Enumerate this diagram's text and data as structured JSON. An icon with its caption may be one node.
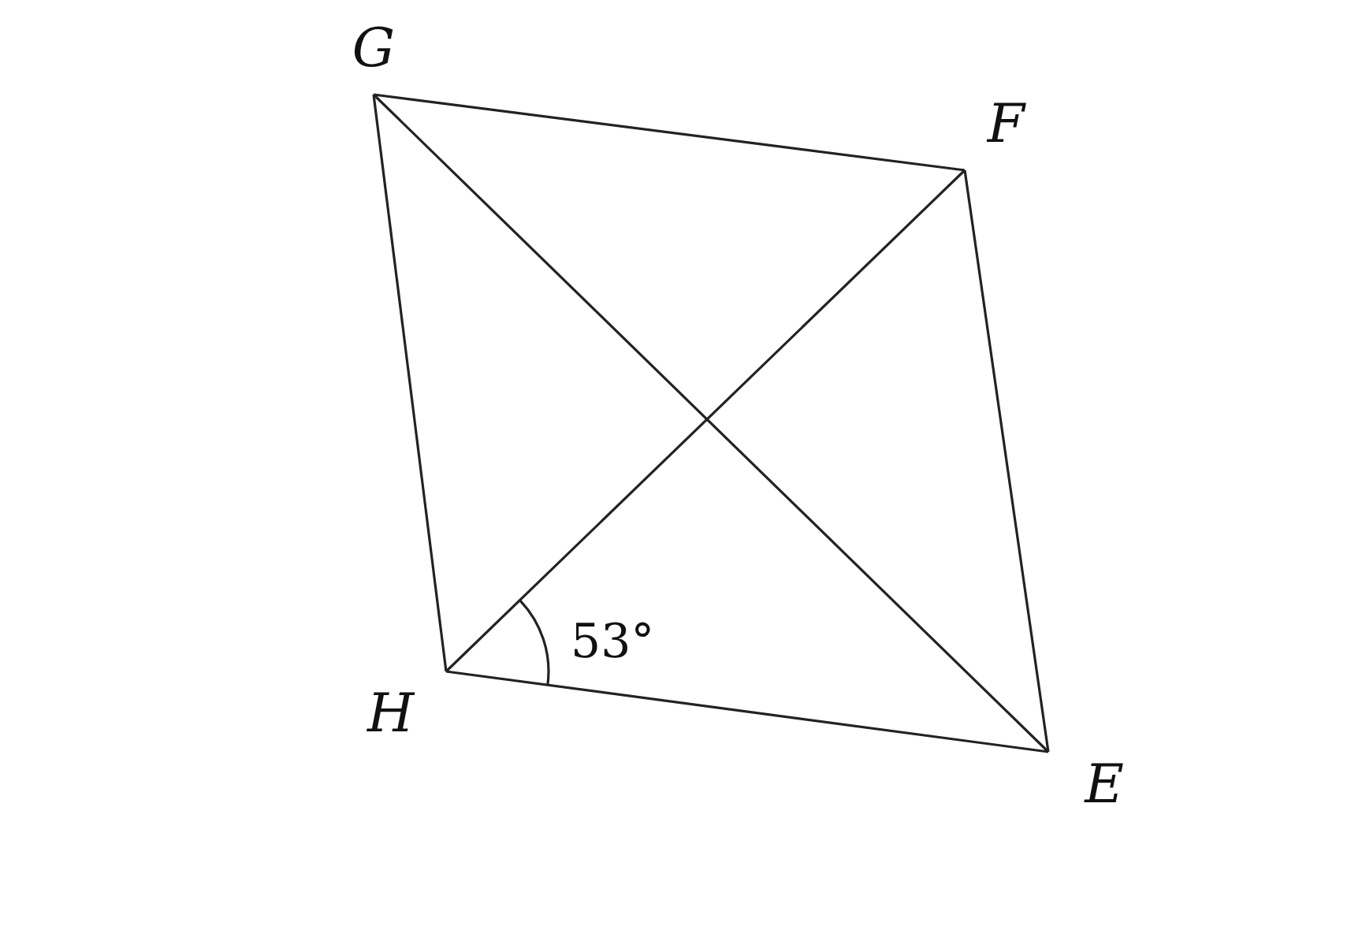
{
  "diagram": {
    "nodes": [
      {
        "text": [
          "G"
        ]
      },
      {
        "text": [
          "F"
        ]
      },
      {
        "text": [
          "H"
        ]
      },
      {
        "text": [
          "E"
        ]
      }
    ],
    "edges": [
      {
        "from": 0,
        "to": 1,
        "arrow": "none"
      },
      {
        "from": 1,
        "to": 3,
        "arrow": "none"
      },
      {
        "from": 3,
        "to": 2,
        "arrow": "none"
      },
      {
        "from": 2,
        "to": 0,
        "arrow": "none"
      },
      {
        "from": 0,
        "to": 3,
        "arrow": "none"
      },
      {
        "from": 2,
        "to": 1,
        "arrow": "none"
      }
    ],
    "labels": [
      "53°"
    ]
  }
}
